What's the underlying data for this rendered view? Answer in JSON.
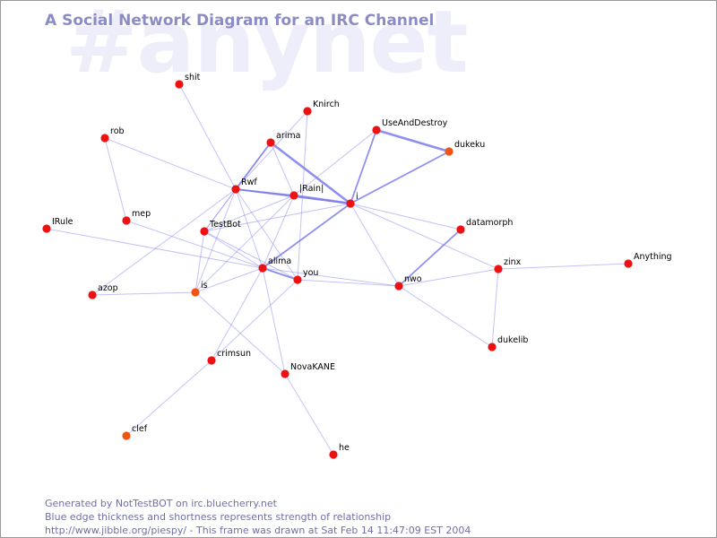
{
  "watermark": "#anynet",
  "title": "A Social Network Diagram for an IRC Channel",
  "footer": {
    "line1": "Generated by NotTestBOT on irc.bluecherry.net",
    "line2": "Blue edge thickness and shortness represents strength of relationship",
    "line3": "http://www.jibble.org/piespy/ - This frame was drawn at Sat Feb 14 11:47:09 EST 2004"
  },
  "colors": {
    "edge": "#7b7bef",
    "node": "#ee1111",
    "node_alt": "#ee5511",
    "title": "#8c8cc4",
    "footer": "#6f6fa8",
    "watermark": "#eeeefb"
  },
  "nodes": [
    {
      "id": "shit",
      "label": "shit"
    },
    {
      "id": "Knirch",
      "label": "Knirch"
    },
    {
      "id": "UseAndDestroy",
      "label": "UseAndDestroy"
    },
    {
      "id": "rob",
      "label": "rob"
    },
    {
      "id": "arima",
      "label": "arima"
    },
    {
      "id": "dukeku",
      "label": "dukeku",
      "alt": true
    },
    {
      "id": "Rwf",
      "label": "Rwf"
    },
    {
      "id": "Rain",
      "label": "|Rain|"
    },
    {
      "id": "i",
      "label": "i"
    },
    {
      "id": "mep",
      "label": "mep"
    },
    {
      "id": "IRule",
      "label": "IRule"
    },
    {
      "id": "TestBot",
      "label": "TestBot"
    },
    {
      "id": "datamorph",
      "label": "datamorph"
    },
    {
      "id": "Anything",
      "label": "Anything"
    },
    {
      "id": "zinx",
      "label": "zinx"
    },
    {
      "id": "alima",
      "label": "alima"
    },
    {
      "id": "you",
      "label": "you"
    },
    {
      "id": "nwo",
      "label": "nwo"
    },
    {
      "id": "azop",
      "label": "azop"
    },
    {
      "id": "is",
      "label": "is",
      "alt": true
    },
    {
      "id": "dukelib",
      "label": "dukelib"
    },
    {
      "id": "crimsun",
      "label": "crimsun"
    },
    {
      "id": "NovaKANE",
      "label": "NovaKANE"
    },
    {
      "id": "clef",
      "label": "clef",
      "alt": true
    },
    {
      "id": "he",
      "label": "he"
    }
  ],
  "edges": [
    {
      "source": "shit",
      "target": "Rwf",
      "weight": 1
    },
    {
      "source": "rob",
      "target": "Rwf",
      "weight": 1
    },
    {
      "source": "rob",
      "target": "mep",
      "weight": 1
    },
    {
      "source": "Knirch",
      "target": "Rwf",
      "weight": 1
    },
    {
      "source": "Knirch",
      "target": "you",
      "weight": 1
    },
    {
      "source": "arima",
      "target": "Rwf",
      "weight": 2
    },
    {
      "source": "arima",
      "target": "i",
      "weight": 3
    },
    {
      "source": "arima",
      "target": "Rain",
      "weight": 1
    },
    {
      "source": "arima",
      "target": "TestBot",
      "weight": 1
    },
    {
      "source": "UseAndDestroy",
      "target": "dukeku",
      "weight": 3
    },
    {
      "source": "UseAndDestroy",
      "target": "i",
      "weight": 2
    },
    {
      "source": "UseAndDestroy",
      "target": "Rain",
      "weight": 1
    },
    {
      "source": "dukeku",
      "target": "i",
      "weight": 2
    },
    {
      "source": "Rwf",
      "target": "Rain",
      "weight": 2
    },
    {
      "source": "Rwf",
      "target": "i",
      "weight": 2
    },
    {
      "source": "Rwf",
      "target": "TestBot",
      "weight": 1
    },
    {
      "source": "Rwf",
      "target": "is",
      "weight": 1
    },
    {
      "source": "Rwf",
      "target": "alima",
      "weight": 1
    },
    {
      "source": "Rwf",
      "target": "you",
      "weight": 1
    },
    {
      "source": "Rwf",
      "target": "azop",
      "weight": 1
    },
    {
      "source": "Rain",
      "target": "i",
      "weight": 3
    },
    {
      "source": "Rain",
      "target": "alima",
      "weight": 1
    },
    {
      "source": "Rain",
      "target": "TestBot",
      "weight": 1
    },
    {
      "source": "Rain",
      "target": "is",
      "weight": 1
    },
    {
      "source": "i",
      "target": "TestBot",
      "weight": 1
    },
    {
      "source": "i",
      "target": "alima",
      "weight": 2
    },
    {
      "source": "i",
      "target": "nwo",
      "weight": 1
    },
    {
      "source": "i",
      "target": "datamorph",
      "weight": 1
    },
    {
      "source": "i",
      "target": "zinx",
      "weight": 1
    },
    {
      "source": "mep",
      "target": "you",
      "weight": 1
    },
    {
      "source": "IRule",
      "target": "alima",
      "weight": 1
    },
    {
      "source": "TestBot",
      "target": "is",
      "weight": 1
    },
    {
      "source": "TestBot",
      "target": "alima",
      "weight": 1
    },
    {
      "source": "TestBot",
      "target": "you",
      "weight": 1
    },
    {
      "source": "alima",
      "target": "you",
      "weight": 2
    },
    {
      "source": "alima",
      "target": "is",
      "weight": 1
    },
    {
      "source": "alima",
      "target": "nwo",
      "weight": 1
    },
    {
      "source": "alima",
      "target": "crimsun",
      "weight": 1
    },
    {
      "source": "alima",
      "target": "NovaKANE",
      "weight": 1
    },
    {
      "source": "you",
      "target": "nwo",
      "weight": 1
    },
    {
      "source": "you",
      "target": "crimsun",
      "weight": 1
    },
    {
      "source": "azop",
      "target": "is",
      "weight": 1
    },
    {
      "source": "is",
      "target": "NovaKANE",
      "weight": 1
    },
    {
      "source": "nwo",
      "target": "datamorph",
      "weight": 2
    },
    {
      "source": "nwo",
      "target": "zinx",
      "weight": 1
    },
    {
      "source": "nwo",
      "target": "dukelib",
      "weight": 1
    },
    {
      "source": "zinx",
      "target": "Anything",
      "weight": 1
    },
    {
      "source": "zinx",
      "target": "dukelib",
      "weight": 1
    },
    {
      "source": "crimsun",
      "target": "clef",
      "weight": 1
    },
    {
      "source": "NovaKANE",
      "target": "he",
      "weight": 1
    }
  ]
}
